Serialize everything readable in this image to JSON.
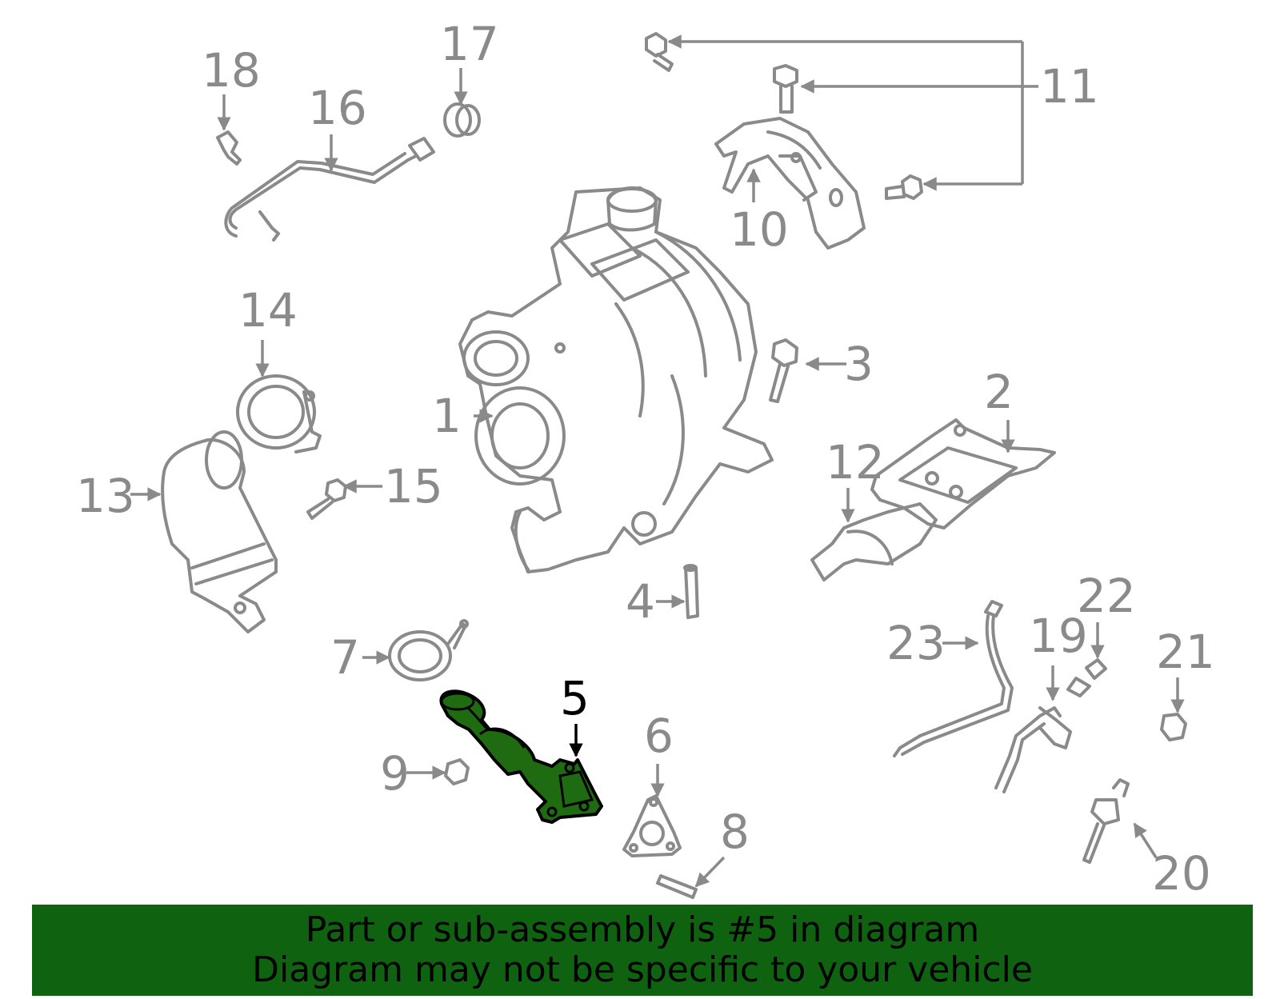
{
  "callouts": [
    "1",
    "2",
    "3",
    "4",
    "5",
    "6",
    "7",
    "8",
    "9",
    "10",
    "11",
    "12",
    "13",
    "14",
    "15",
    "16",
    "17",
    "18",
    "19",
    "20",
    "21",
    "22",
    "23"
  ],
  "highlighted_part": "5",
  "colors": {
    "part_line": "#8a8a8a",
    "highlight_fill": "#1e6b12",
    "banner_bg": "#0f6310"
  },
  "banner": {
    "line1": "Part or sub-assembly is #5 in diagram",
    "line2": "Diagram may not be specific to your vehicle"
  }
}
